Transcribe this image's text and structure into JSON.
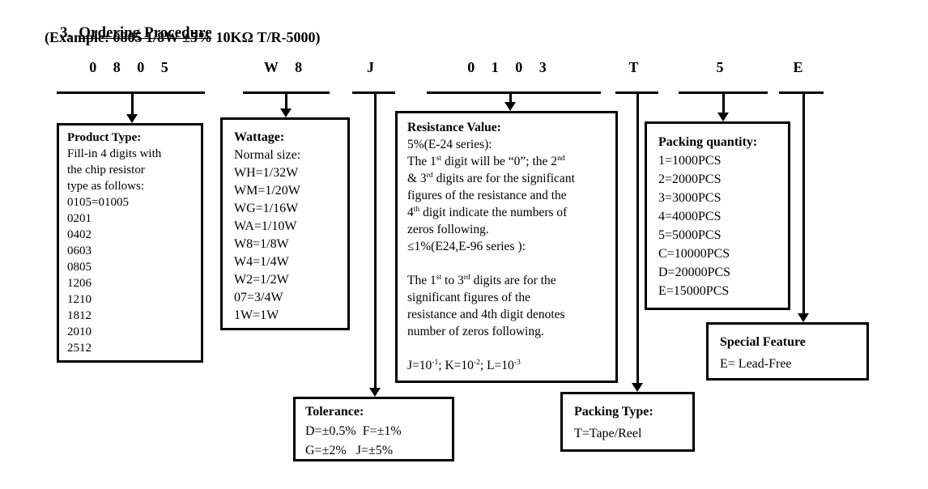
{
  "page": {
    "heading_number": "3.",
    "heading_title": "Ordering Procedure",
    "example": "(Example: 0805 1/8W ±5% 10KΩ T/R-5000)"
  },
  "part_code": {
    "segments": [
      {
        "id": "size",
        "label": "0 8 0 5"
      },
      {
        "id": "wattage",
        "label": "W 8"
      },
      {
        "id": "tolerance",
        "label": "J"
      },
      {
        "id": "resistance",
        "label": "0 1 0 3"
      },
      {
        "id": "packing-type",
        "label": "T"
      },
      {
        "id": "packing-quantity",
        "label": "5"
      },
      {
        "id": "special-feature",
        "label": "E"
      }
    ]
  },
  "boxes": {
    "product_type": {
      "title": "Product Type:",
      "lines": [
        "Fill-in 4 digits with",
        "the chip resistor",
        "type as follows:",
        "0105=01005",
        "0201",
        "0402",
        "0603",
        "0805",
        "1206",
        "1210",
        "1812",
        "2010",
        "2512"
      ]
    },
    "wattage": {
      "title": "Wattage:",
      "lines": [
        "Normal size:",
        "WH=1/32W",
        "WM=1/20W",
        "WG=1/16W",
        "WA=1/10W",
        "W8=1/8W",
        "W4=1/4W",
        "W2=1/2W",
        "07=3/4W",
        "1W=1W"
      ]
    },
    "resistance_value": {
      "title": "Resistance Value:",
      "rich_lines": [
        [
          [
            "t",
            "5%(E-24 series):"
          ]
        ],
        [
          [
            "t",
            "The 1"
          ],
          [
            "s",
            "st"
          ],
          [
            "t",
            " digit will be “0”; the 2"
          ],
          [
            "s",
            "nd"
          ]
        ],
        [
          [
            "t",
            "& 3"
          ],
          [
            "s",
            "rd"
          ],
          [
            "t",
            " digits are for the significant"
          ]
        ],
        [
          [
            "t",
            "figures of the resistance and the"
          ]
        ],
        [
          [
            "t",
            "4"
          ],
          [
            "s",
            "th"
          ],
          [
            "t",
            " digit indicate the numbers of"
          ]
        ],
        [
          [
            "t",
            "zeros following."
          ]
        ],
        [
          [
            "t",
            "≤1%(E24,E-96 series ):"
          ]
        ],
        [
          [
            "t",
            ""
          ]
        ],
        [
          [
            "t",
            "The 1"
          ],
          [
            "s",
            "st"
          ],
          [
            "t",
            " to 3"
          ],
          [
            "s",
            "rd"
          ],
          [
            "t",
            " digits are for the"
          ]
        ],
        [
          [
            "t",
            "significant figures of the"
          ]
        ],
        [
          [
            "t",
            "resistance and 4th digit denotes"
          ]
        ],
        [
          [
            "t",
            "number of zeros following."
          ]
        ],
        [
          [
            "t",
            ""
          ]
        ],
        [
          [
            "t",
            "J=10"
          ],
          [
            "s",
            "-1"
          ],
          [
            "t",
            "; K=10"
          ],
          [
            "s",
            "-2"
          ],
          [
            "t",
            "; L=10"
          ],
          [
            "s",
            "-3"
          ]
        ]
      ]
    },
    "tolerance": {
      "title": "Tolerance:",
      "lines": [
        "D=±0.5%  F=±1%",
        "G=±2%   J=±5%"
      ]
    },
    "packing_type": {
      "title": "Packing Type:",
      "lines": [
        "T=Tape/Reel"
      ]
    },
    "packing_quantity": {
      "title": "Packing quantity:",
      "lines": [
        "1=1000PCS",
        "2=2000PCS",
        "3=3000PCS",
        "4=4000PCS",
        "5=5000PCS",
        "C=10000PCS",
        "D=20000PCS",
        "E=15000PCS"
      ]
    },
    "special_feature": {
      "title": "Special Feature",
      "lines": [
        "E= Lead-Free"
      ]
    }
  }
}
